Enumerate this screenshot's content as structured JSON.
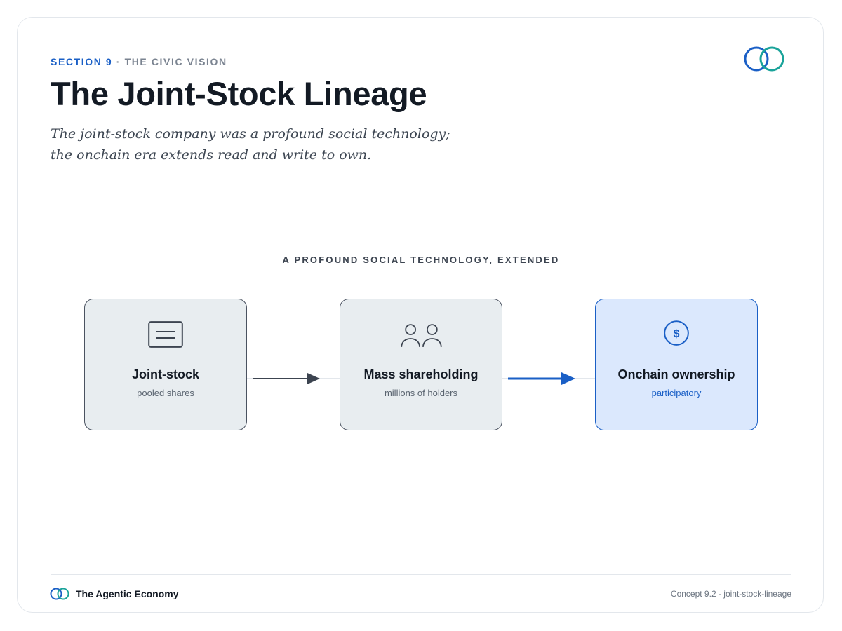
{
  "header": {
    "section_label": "SECTION 9",
    "separator": " · ",
    "section_topic": "THE CIVIC VISION",
    "title": "The Joint-Stock Lineage",
    "subtitle_line1": "The joint-stock company was a profound social technology;",
    "subtitle_line2": "the onchain era extends read and write to own."
  },
  "diagram": {
    "label": "A PROFOUND SOCIAL TECHNOLOGY, EXTENDED",
    "nodes": [
      {
        "title": "Joint-stock",
        "subtitle": "pooled shares",
        "icon": "certificate-icon"
      },
      {
        "title": "Mass shareholding",
        "subtitle": "millions of holders",
        "icon": "people-icon"
      },
      {
        "title": "Onchain ownership",
        "subtitle": "participatory",
        "icon": "dollar-coin-icon",
        "highlighted": true
      }
    ]
  },
  "footer": {
    "brand": "The Agentic Economy",
    "meta": "Concept 9.2 · joint-stock-lineage"
  },
  "colors": {
    "accent_blue": "#1a5fc6",
    "accent_teal": "#1aa39a",
    "text_dark": "#131a24",
    "node_fill": "#e8edf0",
    "node_highlight_fill": "#dbe8fd"
  }
}
